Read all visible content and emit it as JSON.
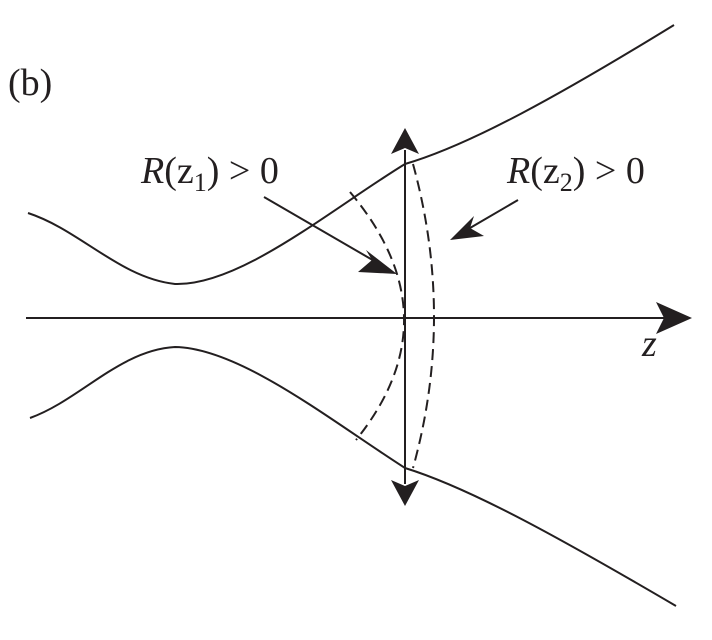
{
  "panel_label": "(b)",
  "axis_label": "z",
  "annotations": {
    "left": {
      "symbol": "R",
      "arg": "(z",
      "sub": "1",
      "rel": ") > 0"
    },
    "right": {
      "symbol": "R",
      "arg": "(z",
      "sub": "2",
      "rel": ") > 0"
    }
  },
  "colors": {
    "ink": "#231f20",
    "background": "#ffffff"
  }
}
